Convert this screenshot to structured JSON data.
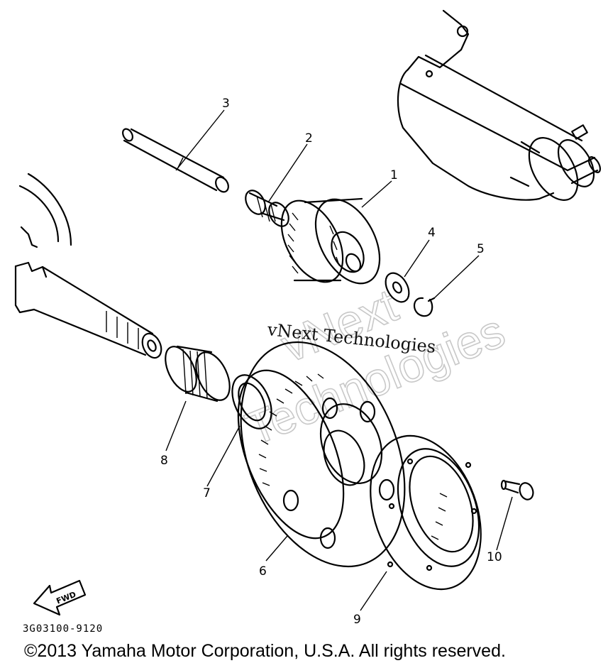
{
  "diagram": {
    "callouts": [
      {
        "id": "1",
        "label": "1"
      },
      {
        "id": "2",
        "label": "2"
      },
      {
        "id": "3",
        "label": "3"
      },
      {
        "id": "4",
        "label": "4"
      },
      {
        "id": "5",
        "label": "5"
      },
      {
        "id": "6",
        "label": "6"
      },
      {
        "id": "7",
        "label": "7"
      },
      {
        "id": "8",
        "label": "8"
      },
      {
        "id": "9",
        "label": "9"
      },
      {
        "id": "10",
        "label": "10"
      }
    ],
    "fwd_label": "FWD",
    "part_number": "3G03100-9120"
  },
  "watermark": {
    "text_line": "vNext Technologies",
    "outline_line1": "vNext",
    "outline_line2": "Technologies"
  },
  "copyright": "©2013 Yamaha Motor Corporation, U.S.A. All rights reserved."
}
